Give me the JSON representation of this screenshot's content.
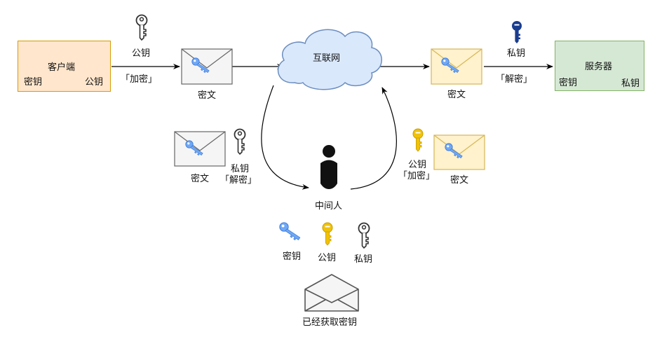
{
  "client": {
    "title": "客户端",
    "secret_key_label": "密钥",
    "public_key_label": "公钥"
  },
  "server": {
    "title": "服务器",
    "secret_key_label": "密钥",
    "private_key_label": "私钥"
  },
  "internet": {
    "label": "互联网"
  },
  "top_flow": {
    "encrypt_key_label": "公钥",
    "encrypt_action": "「加密」",
    "cipher_left_label": "密文",
    "cipher_right_label": "密文",
    "decrypt_key_label": "私钥",
    "decrypt_action": "「解密」"
  },
  "mitm_flow": {
    "cipher_left_label": "密文",
    "decrypt_key_label": "私钥",
    "decrypt_action": "「解密」",
    "encrypt_key_label": "公钥",
    "encrypt_action": "「加密」",
    "cipher_right_label": "密文"
  },
  "mitm": {
    "label": "中间人",
    "keys": [
      "密钥",
      "公钥",
      "私钥"
    ],
    "obtained_label": "已经获取密钥"
  },
  "colors": {
    "client_fill": "#ffe6cc",
    "client_border": "#d79b00",
    "server_fill": "#d5e8d4",
    "server_border": "#82b366",
    "cloud_fill": "#dae8fc",
    "cloud_border": "#6c8ebf",
    "envelope_grey": "#f5f5f5",
    "envelope_yellow": "#fff2cc",
    "envelope_yellow_border": "#d6b656",
    "blue_key": "#6fa8f5",
    "gold_key": "#f0c20a",
    "navy_key": "#1a3d8f"
  },
  "icons": [
    "blue-key-icon",
    "outline-key-icon",
    "gold-key-icon",
    "navy-key-icon",
    "envelope-icon",
    "cloud-icon",
    "person-icon",
    "open-envelope-icon"
  ]
}
